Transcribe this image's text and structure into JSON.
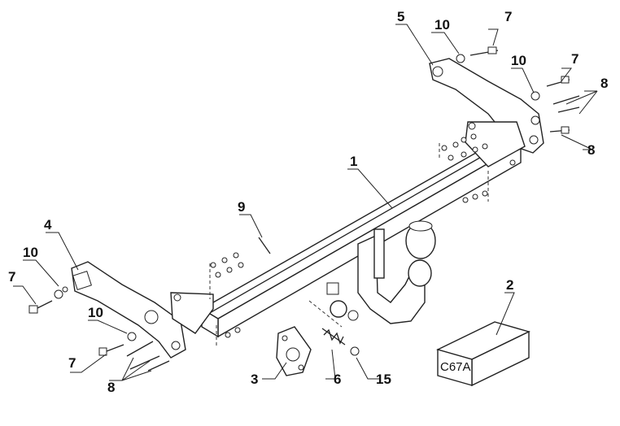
{
  "diagram": {
    "box_label": "C67A",
    "callouts": [
      "1",
      "2",
      "3",
      "4",
      "5",
      "6",
      "7",
      "7",
      "7",
      "7",
      "8",
      "8",
      "8",
      "9",
      "10",
      "10",
      "10",
      "10",
      "15"
    ]
  }
}
